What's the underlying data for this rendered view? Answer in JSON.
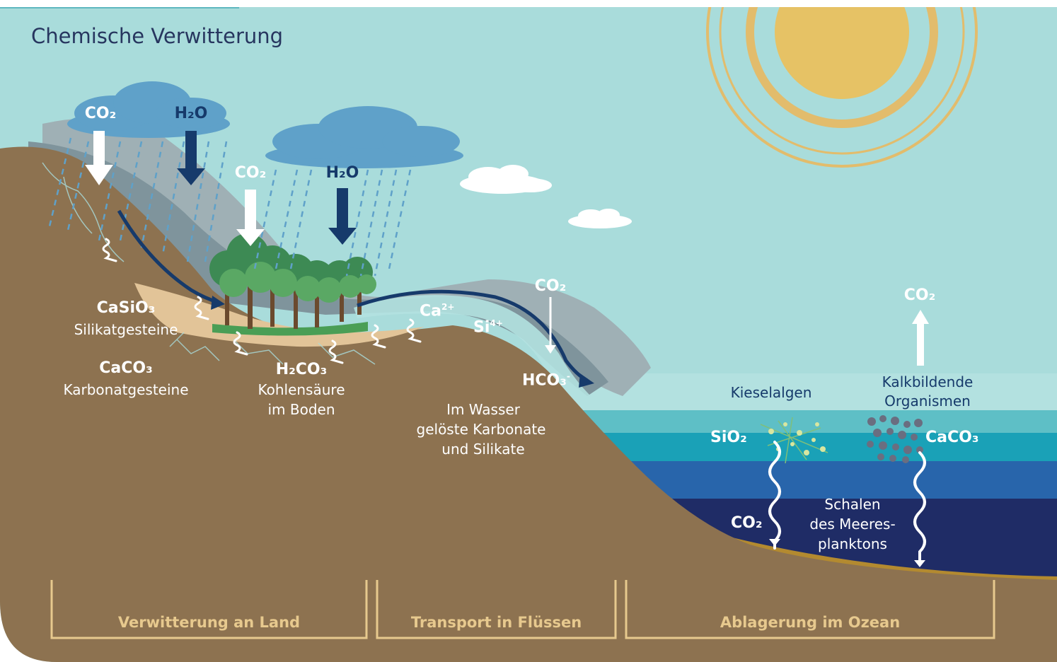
{
  "title": "Chemische Verwitterung",
  "colors": {
    "sky": "#a9dcdb",
    "earth": "#8d7250",
    "cloud": "#5fa1c9",
    "arrow_dark": "#163a6b",
    "sun": "#e6c265",
    "sun_ring": "#e2bc6c",
    "ocean_shallow": "#b3e1e0",
    "ocean_mid": "#5ebfc6",
    "ocean_teal": "#1aa1b7",
    "ocean_blue": "#2865ab",
    "ocean_deep": "#1f2c66",
    "sediment": "#b38a30",
    "label_gold": "#e7c98e",
    "title_text": "#27365f"
  },
  "labels": {
    "cloud1_co2": "CO₂",
    "cloud1_h2o": "H₂O",
    "cloud2_co2": "CO₂",
    "cloud2_h2o": "H₂O",
    "casio3": "CaSiO₃",
    "silikatgesteine": "Silikatgesteine",
    "caco3_land": "CaCO₃",
    "karbonatgesteine": "Karbonatgesteine",
    "h2co3": "H₂CO₃",
    "kohlensaeure": "Kohlensäure",
    "im_boden": "im Boden",
    "ca_ion": "Ca",
    "ca_charge": "2+",
    "si_ion": "Si",
    "si_charge": "4+",
    "co2_river": "CO₂",
    "hco3": "HCO₃",
    "hco3_charge": "-",
    "wasser_line1": "Im Wasser",
    "wasser_line2": "gelöste Karbonate",
    "wasser_line3": "und Silikate",
    "co2_up": "CO₂",
    "kieselalgen": "Kieselalgen",
    "kalk_line1": "Kalkbildende",
    "kalk_line2": "Organismen",
    "sio2": "SiO₂",
    "caco3_ocean": "CaCO₃",
    "co2_deep": "CO₂",
    "schalen_line1": "Schalen",
    "schalen_line2": "des Meeres-",
    "schalen_line3": "planktons"
  },
  "sections": [
    "Verwitterung an Land",
    "Transport in Flüssen",
    "Ablagerung im Ozean"
  ]
}
